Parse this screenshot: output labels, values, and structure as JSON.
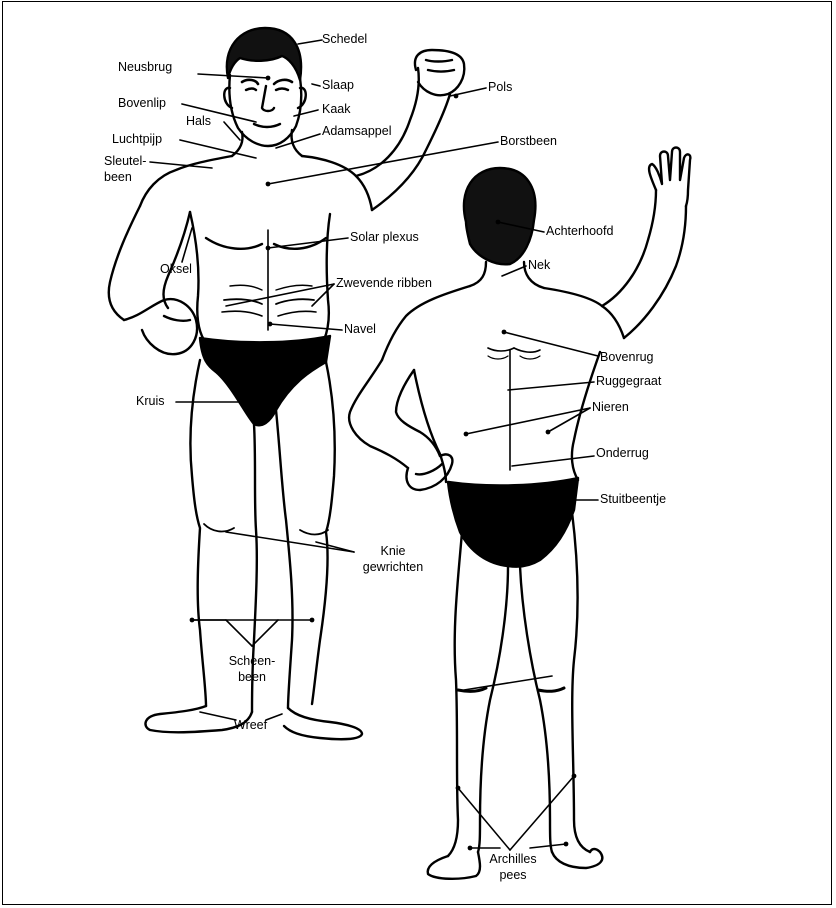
{
  "labels": {
    "schedel": "Schedel",
    "neusbrug": "Neusbrug",
    "slaap": "Slaap",
    "pols": "Pols",
    "bovenlip": "Bovenlip",
    "kaak": "Kaak",
    "hals": "Hals",
    "adamsappel": "Adamsappel",
    "luchtpijp": "Luchtpijp",
    "borstbeen": "Borstbeen",
    "sleutelbeen_1": "Sleutel-",
    "sleutelbeen_2": "been",
    "achterhoofd": "Achterhoofd",
    "solar_plexus": "Solar plexus",
    "oksel": "Oksel",
    "nek": "Nek",
    "zwevende_ribben": "Zwevende ribben",
    "navel": "Navel",
    "bovenrug": "Bovenrug",
    "ruggegraat": "Ruggegraat",
    "kruis": "Kruis",
    "nieren": "Nieren",
    "onderrug": "Onderrug",
    "stuitbeentje": "Stuitbeentje",
    "knie_1": "Knie",
    "knie_2": "gewrichten",
    "scheenbeen_1": "Scheen-",
    "scheenbeen_2": "been",
    "wreef": "Wreef",
    "achilles_1": "Archilles",
    "achilles_2": "pees"
  }
}
